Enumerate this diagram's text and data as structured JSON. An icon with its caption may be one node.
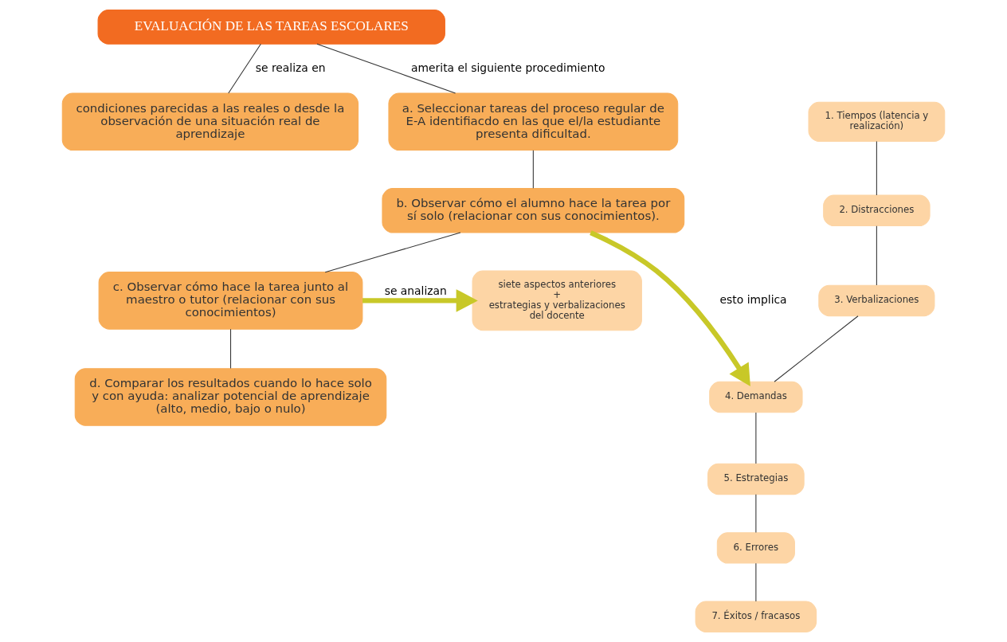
{
  "diagram": {
    "nodes": [
      {
        "text": [
          "EVALUACIÓN DE LAS TAREAS ESCOLARES"
        ]
      },
      {
        "text": [
          "condiciones parecidas a las reales o desde la observación de una situación real de aprendizaje"
        ]
      },
      {
        "text": [
          "a. Seleccionar tareas del proceso regular de E-A identifiacdo en las que el/la estudiante presenta dificultad."
        ]
      },
      {
        "text": [
          "b. Observar cómo el alumno hace la tarea por sí solo (relacionar con sus conocimientos)."
        ]
      },
      {
        "text": [
          "c. Observar cómo hace la tarea junto al maestro o tutor (relacionar con sus conocimientos)"
        ]
      },
      {
        "text": [
          "d. Comparar los resultados cuando lo hace solo y con ayuda: analizar potencial de aprendizaje (alto, medio, bajo o nulo)"
        ]
      },
      {
        "text": [
          "siete aspectos anteriores",
          "+",
          "estrategias y verbalizaciones del docente"
        ]
      },
      {
        "text": [
          "1. Tiempos (latencia y realización)"
        ]
      },
      {
        "text": [
          "2. Distracciones"
        ]
      },
      {
        "text": [
          "3. Verbalizaciones"
        ]
      },
      {
        "text": [
          "4. Demandas"
        ]
      },
      {
        "text": [
          "5. Estrategias"
        ]
      },
      {
        "text": [
          "6. Errores"
        ]
      },
      {
        "text": [
          "7. Éxitos / fracasos"
        ]
      }
    ],
    "edges": [
      {
        "from": 0,
        "to": 1,
        "arrow": "none",
        "label": "se realiza en"
      },
      {
        "from": 0,
        "to": 2,
        "arrow": "none",
        "label": "amerita el siguiente procedimiento"
      },
      {
        "from": 2,
        "to": 3,
        "arrow": "none"
      },
      {
        "from": 3,
        "to": 4,
        "arrow": "none"
      },
      {
        "from": 4,
        "to": 5,
        "arrow": "none"
      },
      {
        "from": 3,
        "to": 10,
        "arrow": "to",
        "label": "esto implica",
        "style": "thick",
        "color": "#c8c828"
      },
      {
        "from": 4,
        "to": 6,
        "arrow": "to",
        "label": "se analizan",
        "style": "thick",
        "color": "#c8c828"
      },
      {
        "from": 7,
        "to": 8,
        "arrow": "none"
      },
      {
        "from": 8,
        "to": 9,
        "arrow": "none"
      },
      {
        "from": 9,
        "to": 10,
        "arrow": "none"
      },
      {
        "from": 10,
        "to": 11,
        "arrow": "none"
      },
      {
        "from": 11,
        "to": 12,
        "arrow": "none"
      },
      {
        "from": 12,
        "to": 13,
        "arrow": "none"
      }
    ]
  }
}
